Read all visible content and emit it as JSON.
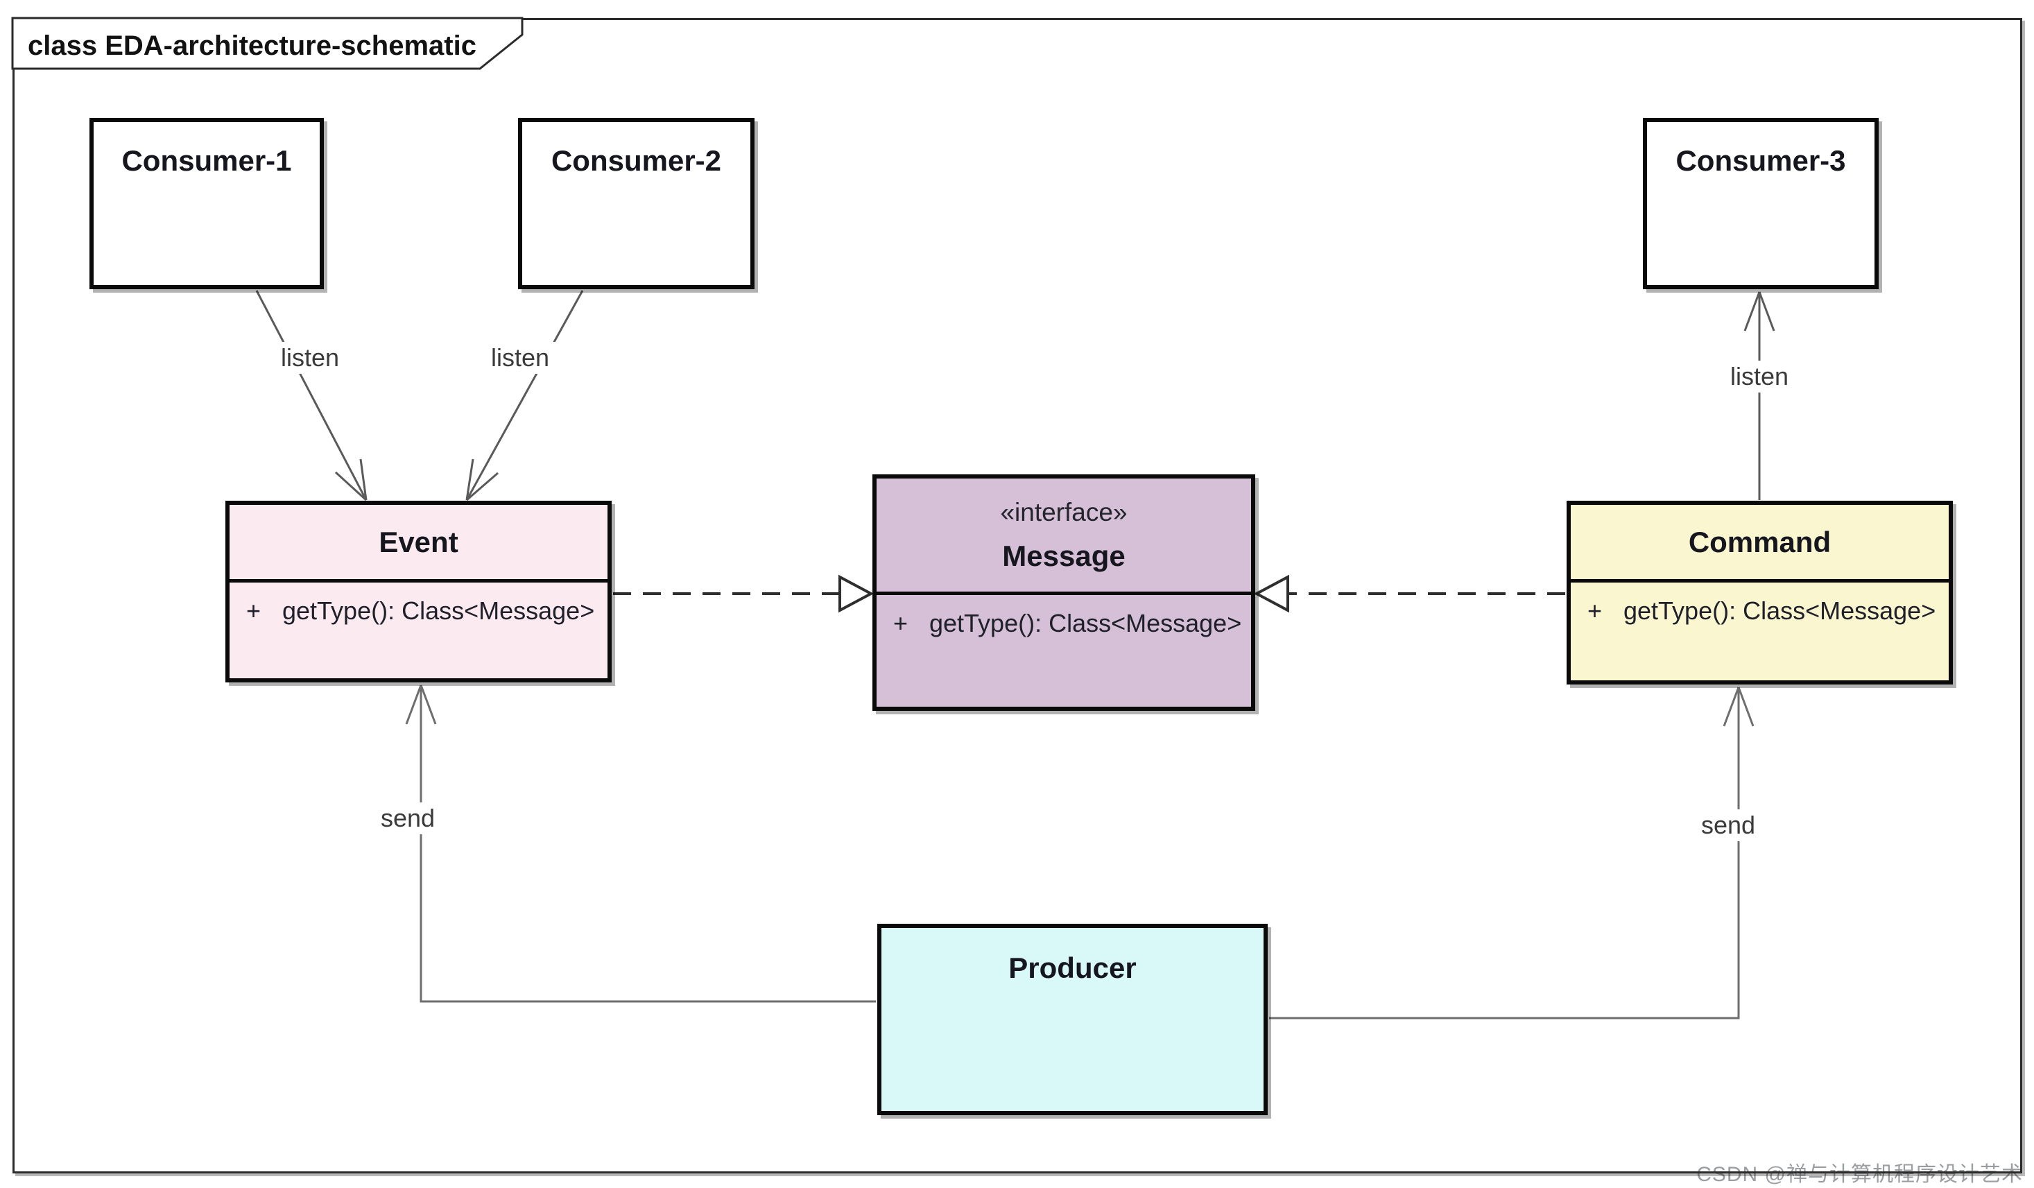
{
  "frame": {
    "title": "class EDA-architecture-schematic"
  },
  "classes": {
    "consumer1": {
      "name": "Consumer-1",
      "fill": "#ffffff"
    },
    "consumer2": {
      "name": "Consumer-2",
      "fill": "#ffffff"
    },
    "consumer3": {
      "name": "Consumer-3",
      "fill": "#ffffff"
    },
    "event": {
      "name": "Event",
      "fill": "#fbeaf0",
      "operation": {
        "visibility": "+",
        "signature": "getType(): Class<Message>"
      }
    },
    "message": {
      "stereotype": "«interface»",
      "name": "Message",
      "fill": "#d5c0d7",
      "operation": {
        "visibility": "+",
        "signature": "getType(): Class<Message>"
      }
    },
    "command": {
      "name": "Command",
      "fill": "#faf6d0",
      "operation": {
        "visibility": "+",
        "signature": "getType(): Class<Message>"
      }
    },
    "producer": {
      "name": "Producer",
      "fill": "#d9f9f9"
    }
  },
  "edges": {
    "listen1": {
      "label": "listen"
    },
    "listen2": {
      "label": "listen"
    },
    "listen3": {
      "label": "listen"
    },
    "send_left": {
      "label": "send"
    },
    "send_right": {
      "label": "send"
    }
  },
  "watermark": {
    "text": "CSDN @禅与计算机程序设计艺术"
  },
  "palette": {
    "box_border": "#0a0a0a",
    "frame_border": "#2b2b2b",
    "connector_gray": "#6e6e6e",
    "realization_dash": "#2e2e2e",
    "label_text": "#3a3a3a",
    "watermark_text": "#9b9ea1"
  }
}
